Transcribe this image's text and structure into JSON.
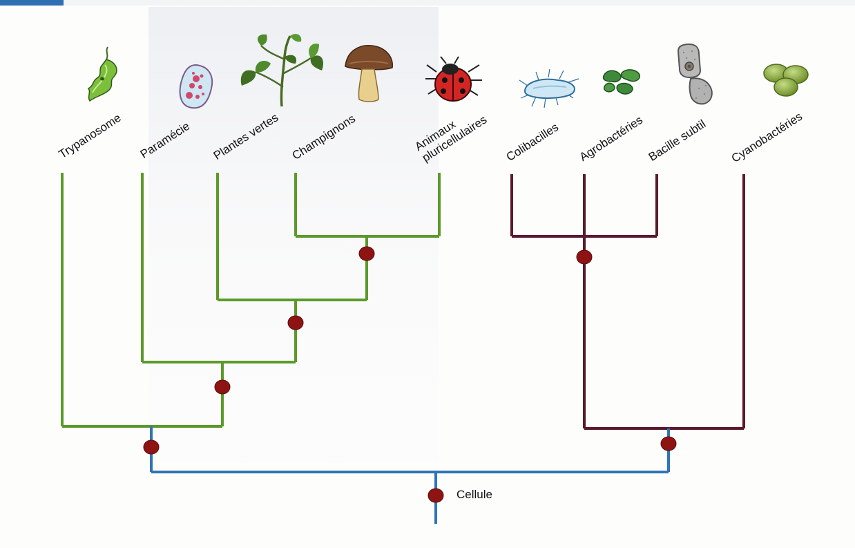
{
  "taxa": [
    {
      "label": "Trypanosome",
      "icon": "trypanosome-icon",
      "group": "eukaryote"
    },
    {
      "label": "Paramécie",
      "icon": "paramecium-icon",
      "group": "eukaryote"
    },
    {
      "label": "Plantes vertes",
      "icon": "green-plant-icon",
      "group": "eukaryote"
    },
    {
      "label": "Champignons",
      "icon": "mushroom-icon",
      "group": "eukaryote"
    },
    {
      "label": "Animaux\npluricellulaires",
      "icon": "ladybug-icon",
      "group": "eukaryote"
    },
    {
      "label": "Colibacilles",
      "icon": "colibacillus-icon",
      "group": "bacteria"
    },
    {
      "label": "Agrobactéries",
      "icon": "agrobacterium-icon",
      "group": "bacteria"
    },
    {
      "label": "Bacille subtil",
      "icon": "bacillus-subtilis-icon",
      "group": "bacteria"
    },
    {
      "label": "Cyanobactéries",
      "icon": "cyanobacteria-icon",
      "group": "bacteria"
    }
  ],
  "root": {
    "label": "Cellule"
  },
  "colors": {
    "eukaryote_branch": "#5b9a2a",
    "bacteria_branch": "#5a1a2e",
    "root_branch": "#2f74b5",
    "node_marker": "#8e1414",
    "node_marker_edge": "#5a0a0a"
  },
  "icons": {
    "trypanosome": "trypanosome-icon",
    "paramecium": "paramecium-icon",
    "plant": "green-plant-icon",
    "mushroom": "mushroom-icon",
    "ladybug": "ladybug-icon",
    "colibacillus": "colibacillus-icon",
    "agrobacterium": "agrobacterium-icon",
    "bacillus": "bacillus-subtilis-icon",
    "cyanobacteria": "cyanobacteria-icon"
  }
}
